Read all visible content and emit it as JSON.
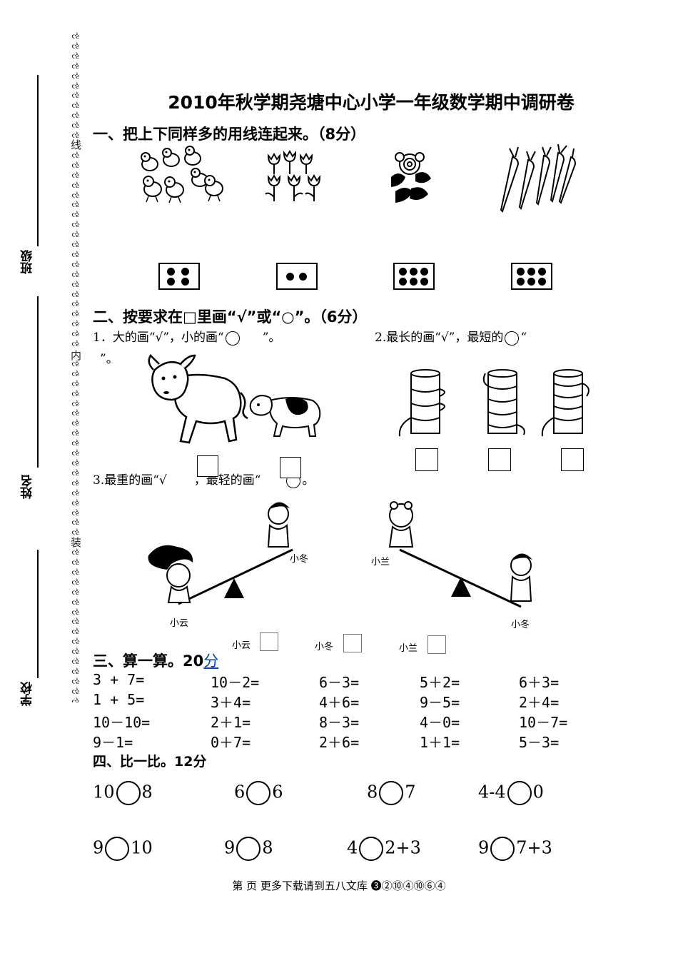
{
  "title": "2010年秋学期尧塘中心小学一年级数学期中调研卷",
  "side": {
    "class_label": "班级",
    "name_label": "姓名",
    "school_label": "学校",
    "chain_glyph": "ઌ",
    "mark_line": "线",
    "mark_inside": "内",
    "mark_bind": "装"
  },
  "s1": {
    "heading": "一、把上下同样多的用线连起来。（8分）",
    "pictures": [
      "chick-group-icon",
      "tulip-group-icon",
      "rose-group-icon",
      "carrot-group-icon"
    ],
    "dot_counts": [
      4,
      2,
      6,
      6
    ]
  },
  "s2": {
    "heading": "二、按要求在□里画“√”或“○”。（6分）",
    "q1": "1．大的画“√”，小的画“",
    "q1_end": "”。",
    "q2": "2.最长的画“√”，最短的",
    "q2_quote": "“",
    "q2_cont": "”。",
    "q3": "3.最重的画“√",
    "q3_mid": "，最轻的画“",
    "q3_end": "。",
    "names": {
      "xiaoyun": "小云",
      "xiaodong": "小冬",
      "xiaolan": "小兰"
    }
  },
  "s3": {
    "heading": "三、算一算。20",
    "heading_link": "分",
    "rows": [
      [
        "3 + 7=",
        "10－2=",
        "6－3=",
        "5＋2=",
        "6＋3="
      ],
      [
        "1 + 5=",
        "3＋4=",
        "4＋6=",
        "9－5=",
        "2＋4="
      ],
      [
        "10－10=",
        "2＋1=",
        "8－3=",
        "4－0=",
        "10－7="
      ],
      [
        "9－1=",
        "0＋7=",
        "2＋6=",
        "1＋1=",
        "5－3="
      ]
    ]
  },
  "s4": {
    "heading": "四、比一比。12分",
    "items": [
      {
        "left": "10",
        "right": "8"
      },
      {
        "left": "6",
        "right": "6"
      },
      {
        "left": "8",
        "right": "7"
      },
      {
        "left": "4-4",
        "right": "0"
      },
      {
        "left": "9",
        "right": "10"
      },
      {
        "left": "9",
        "right": "8"
      },
      {
        "left": "4",
        "right": "2+3"
      },
      {
        "left": "9",
        "right": "7+3"
      }
    ]
  },
  "footer": "第 页  更多下载请到五八文库 ❸②⑩④⑩⑥④"
}
